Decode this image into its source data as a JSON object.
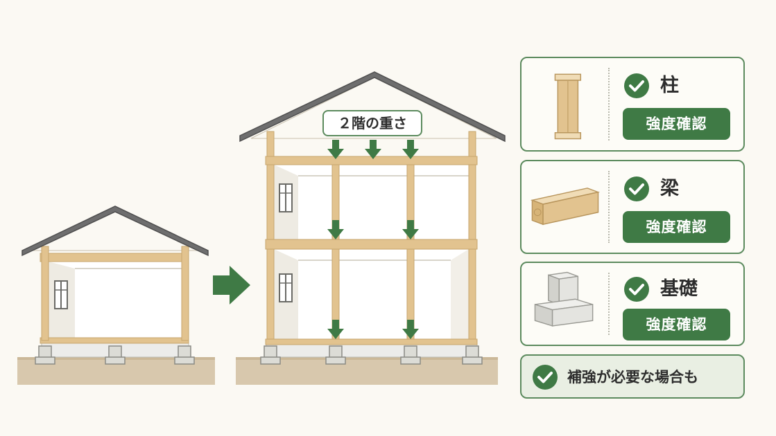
{
  "diagram": {
    "load_label": "２階の重さ"
  },
  "checklist": {
    "items": [
      {
        "title": "柱",
        "status": "強度確認",
        "icon": "column-icon"
      },
      {
        "title": "梁",
        "status": "強度確認",
        "icon": "beam-icon"
      },
      {
        "title": "基礎",
        "status": "強度確認",
        "icon": "foundation-icon"
      }
    ],
    "note": "補強が必要な場合も",
    "check_icon": "check-circle-icon"
  },
  "colors": {
    "accent_green": "#3f7a45",
    "card_border": "#5b8a5d",
    "timber": "#e2c38f",
    "roof": "#6e6e6e",
    "ground": "#d8c8ad"
  }
}
